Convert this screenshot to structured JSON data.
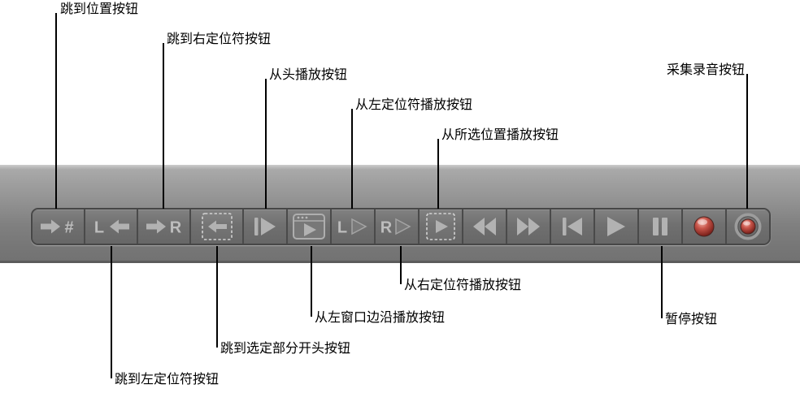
{
  "colors": {
    "background": "#ffffff",
    "band_top": "#cccccc",
    "band_bottom": "#727272",
    "band_edge": "#5b5b5b",
    "button_face": "#6e6e6e",
    "button_border": "#474747",
    "glyph": "#b2b2b2",
    "record_red": "#c0443a",
    "callout_line": "#000000",
    "callout_text": "#000000"
  },
  "toolbar": {
    "buttons": [
      {
        "id": "jump-to-position",
        "icon": "arrow-right-hash-icon",
        "letter": "#"
      },
      {
        "id": "jump-to-left-locator",
        "icon": "l-arrow-left-icon",
        "letter": "L"
      },
      {
        "id": "jump-to-right-locator",
        "icon": "arrow-right-r-icon",
        "letter": "R"
      },
      {
        "id": "jump-to-selection-start",
        "icon": "dashed-box-arrow-left-icon"
      },
      {
        "id": "play-from-beginning",
        "icon": "bar-play-icon"
      },
      {
        "id": "play-from-left-window-edge",
        "icon": "window-play-icon"
      },
      {
        "id": "play-from-left-locator",
        "icon": "l-play-outline-icon",
        "letter": "L"
      },
      {
        "id": "play-from-right-locator",
        "icon": "r-play-outline-icon",
        "letter": "R"
      },
      {
        "id": "play-from-selection",
        "icon": "dashed-box-play-icon"
      },
      {
        "id": "rewind",
        "icon": "rewind-icon"
      },
      {
        "id": "fast-forward",
        "icon": "fast-forward-icon"
      },
      {
        "id": "go-to-beginning",
        "icon": "skip-to-beginning-icon"
      },
      {
        "id": "play",
        "icon": "play-icon"
      },
      {
        "id": "pause",
        "icon": "pause-icon"
      },
      {
        "id": "record",
        "icon": "record-icon"
      },
      {
        "id": "capture-recording",
        "icon": "capture-record-icon"
      }
    ]
  },
  "callouts": {
    "jump_to_position": "跳到位置按钮",
    "jump_to_right_locator": "跳到右定位符按钮",
    "play_from_beginning": "从头播放按钮",
    "play_from_left_locator": "从左定位符播放按钮",
    "play_from_selection": "从所选位置播放按钮",
    "capture_recording": "采集录音按钮",
    "jump_to_left_locator": "跳到左定位符按钮",
    "jump_to_selection_start": "跳到选定部分开头按钮",
    "play_from_left_window_edge": "从左窗口边沿播放按钮",
    "play_from_right_locator": "从右定位符播放按钮",
    "pause": "暂停按钮"
  }
}
